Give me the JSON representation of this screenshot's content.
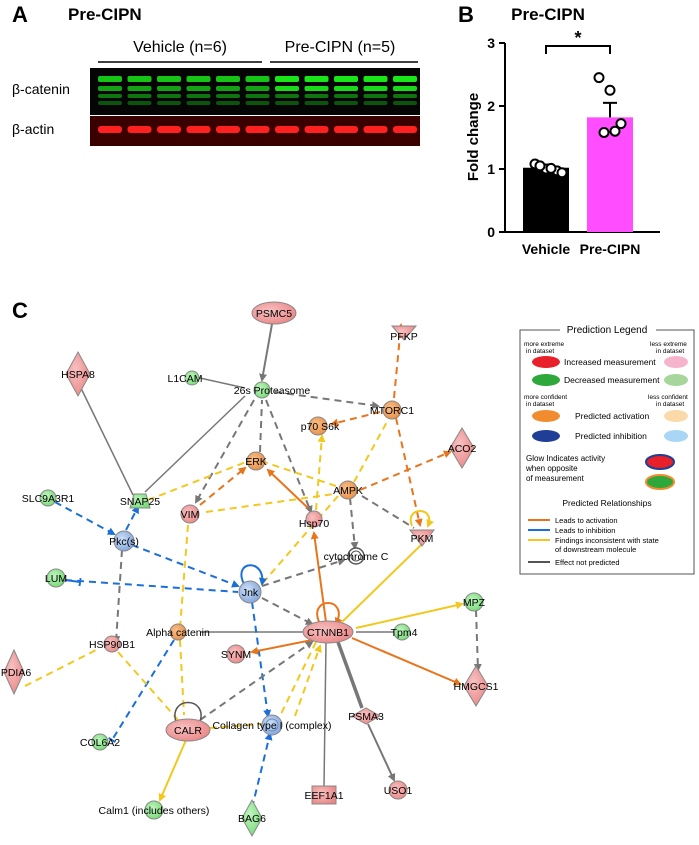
{
  "panel_a": {
    "letter": "A",
    "title": "Pre-CIPN",
    "group_vehicle": "Vehicle (n=6)",
    "group_precipn": "Pre-CIPN (n=5)",
    "row_catenin": "β-catenin",
    "row_actin": "β-actin"
  },
  "panel_b": {
    "letter": "B"
  },
  "chart_data": {
    "type": "bar",
    "title": "Pre-CIPN",
    "ylabel": "Fold change",
    "categories": [
      "Vehicle",
      "Pre-CIPN"
    ],
    "values": [
      1.02,
      1.82
    ],
    "errors": [
      0.05,
      0.23
    ],
    "points": [
      [
        1.08,
        1.0,
        0.97,
        1.05,
        1.01,
        0.94
      ],
      [
        2.45,
        2.25,
        1.72,
        1.58,
        1.6
      ]
    ],
    "colors": [
      "#000000",
      "#ff4dff"
    ],
    "ylim": [
      0,
      3
    ],
    "yticks": [
      "0",
      "1",
      "2",
      "3"
    ],
    "significance": "*"
  },
  "panel_c": {
    "letter": "C"
  },
  "nodes": {
    "psmc5": "PSMC5",
    "pfkp": "PFKP",
    "hspa8": "HSPA8",
    "l1cam": "L1CAM",
    "proteasome": "26s Proteasome",
    "mtorc1": "MTORC1",
    "snap25": "SNAP25",
    "p70": "p70 S6k",
    "erk": "ERK",
    "aco2": "ACO2",
    "slc": "SLC9A3R1",
    "ampk": "AMPK",
    "vim": "VIM",
    "hsp70": "Hsp70",
    "pkcs": "Pkc(s)",
    "pkm": "PKM",
    "cytc": "cytochrome C",
    "lum": "LUM",
    "jnk": "Jnk",
    "mpz": "MPZ",
    "alpha": "Alpha catenin",
    "hsp90": "HSP90B1",
    "ctnnb1": "CTNNB1",
    "tpm4": "Tpm4",
    "pdia6": "PDIA6",
    "synm": "SYNM",
    "hmgcs1": "HMGCS1",
    "col6a2": "COL6A2",
    "calr": "CALR",
    "collagen": "Collagen type I (complex)",
    "psma3": "PSMA3",
    "calm1": "Calm1 (includes others)",
    "eef1a1": "EEF1A1",
    "uso1": "USO1",
    "bag6": "BAG6"
  },
  "legend": {
    "title": "Prediction Legend",
    "more_extreme": "more extreme\nin dataset",
    "less_extreme": "less extreme\nin dataset",
    "increased": "Increased measurement",
    "decreased": "Decreased measurement",
    "more_confident": "more confident\nin dataset",
    "less_confident": "less confident\nin dataset",
    "pred_activation": "Predicted activation",
    "pred_inhibition": "Predicted inhibition",
    "glow": "Glow Indicates activity\nwhen opposite\nof measurement",
    "relationships_title": "Predicted Relationships",
    "rel_activation": "Leads to activation",
    "rel_inhibition": "Leads to inhibition",
    "rel_inconsistent": "Findings inconsistent with state\nof downstream molecule",
    "rel_not_predicted": "Effect not predicted"
  },
  "colors": {
    "increased": "#ef8f8f",
    "increased_strong": "#e8202a",
    "decreased": "#7ee07e",
    "decreased_strong": "#2ea83a",
    "activation": "#f08c2e",
    "activation_light": "#fbd9a8",
    "inhibition": "#7fa6dc",
    "inhibition_strong": "#1f3f96",
    "inhibition_light": "#a9d6f5",
    "edge_orange": "#e8741c",
    "edge_blue": "#1a6fd8",
    "edge_yellow": "#f2c81e",
    "edge_gray": "#777777",
    "bar_precipn": "#ff4dff"
  }
}
